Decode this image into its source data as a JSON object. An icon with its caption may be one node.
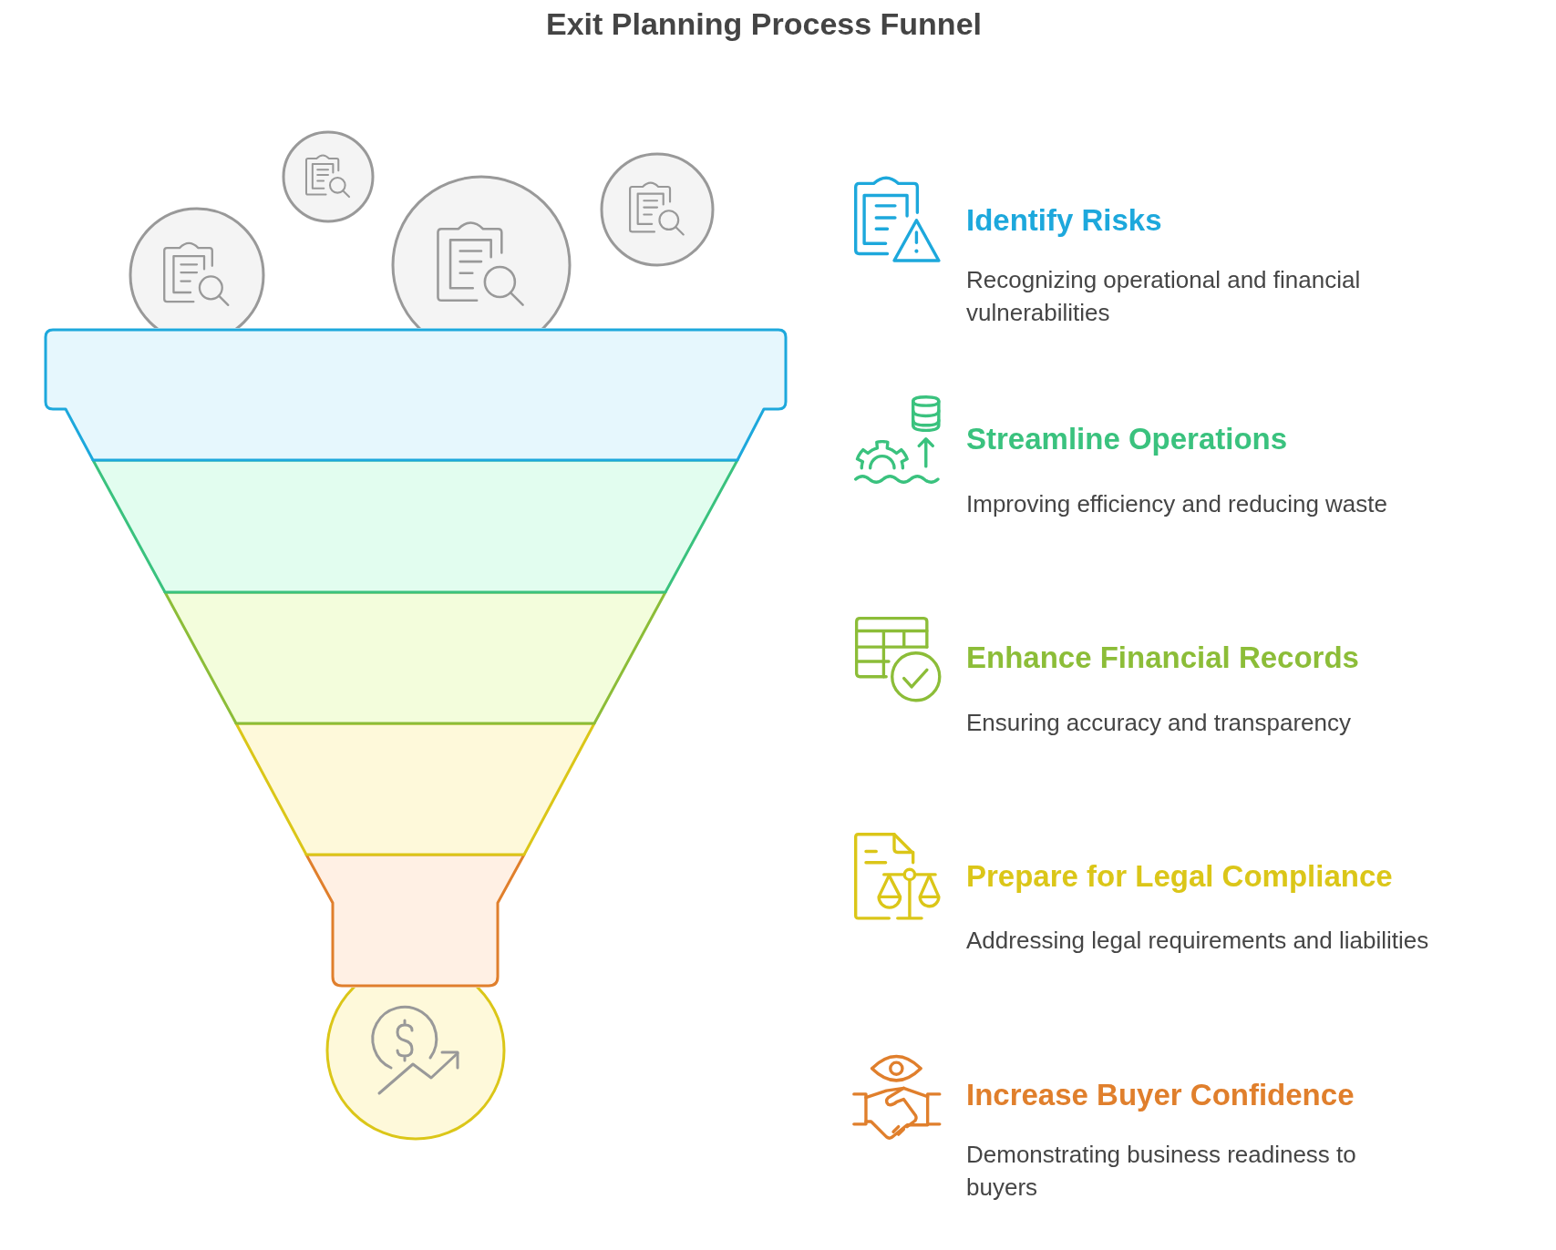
{
  "diagram": {
    "title": "Exit Planning Process Funnel",
    "labels": [
      "Identify Risks",
      "Recognizing operational and financial vulnerabilities",
      "Streamline Operations",
      "Improving efficiency and reducing waste",
      "Enhance Financial Records",
      "Ensuring accuracy and transparency",
      "Prepare for Legal Compliance",
      "Addressing legal requirements and liabilities",
      "Increase Buyer Confidence",
      "Demonstrating business readiness to buyers"
    ]
  }
}
